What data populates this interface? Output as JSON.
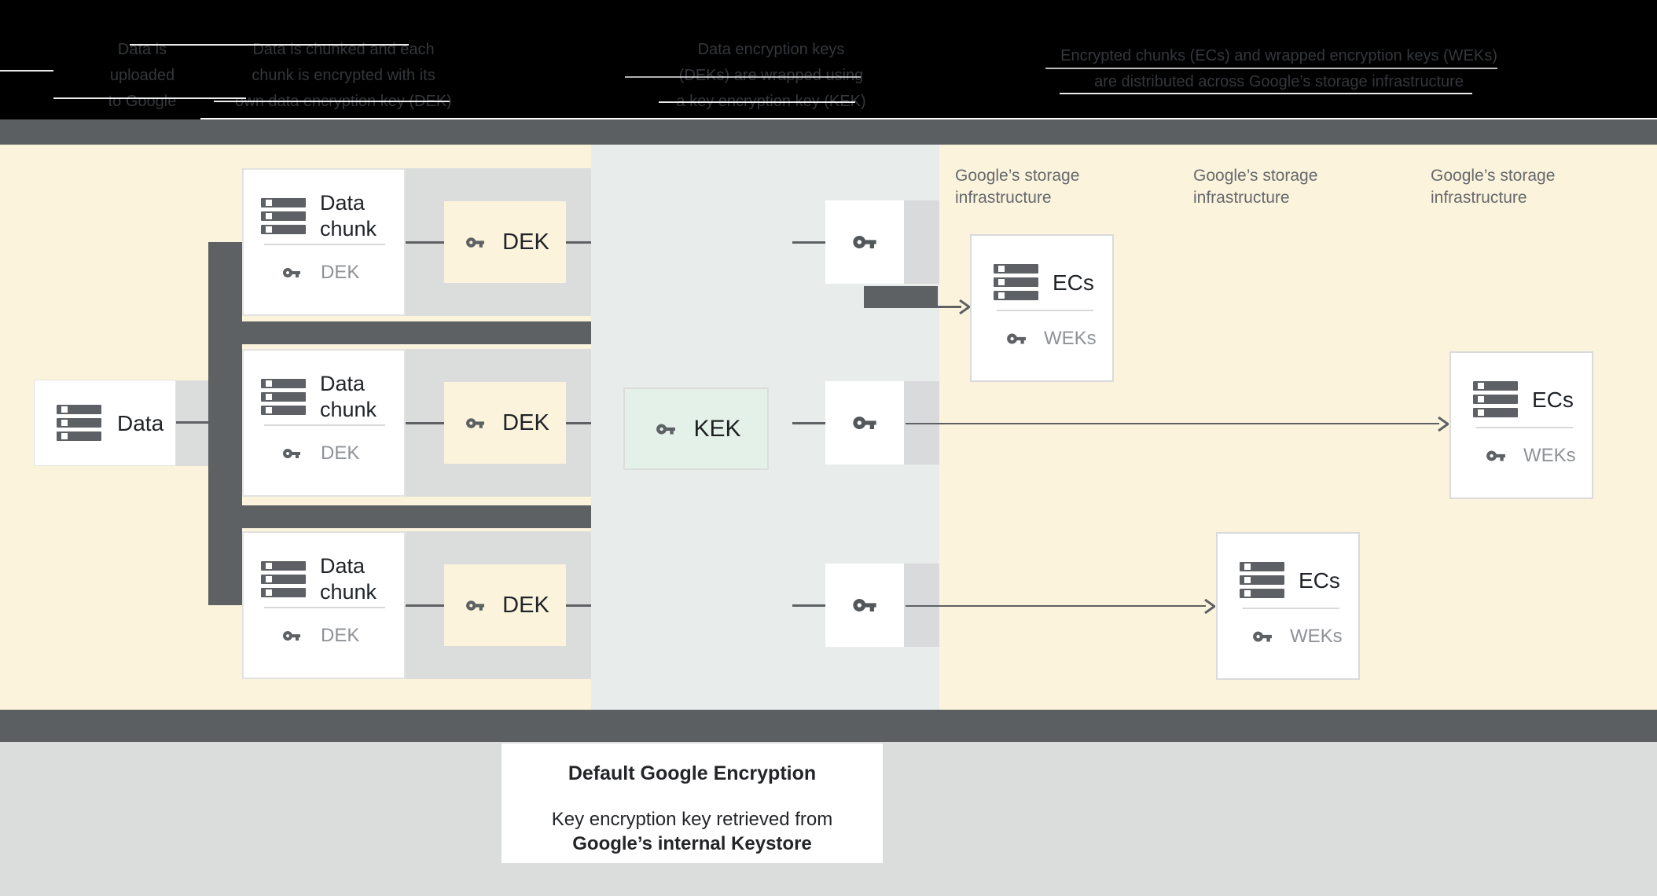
{
  "title_band": {
    "captions": [
      {
        "lines": [
          "Data is",
          "uploaded",
          "to Google"
        ]
      },
      {
        "lines": [
          "Data is chunked and each",
          "chunk is encrypted with its",
          "own data encryption key (DEK)"
        ]
      },
      {
        "lines": [
          "Data encryption keys",
          "(DEKs) are wrapped using",
          "a key encryption key (KEK)"
        ]
      },
      {
        "lines": [
          "Encrypted chunks (ECs) and wrapped encryption keys (WEKs)",
          "are distributed across Google’s storage infrastructure"
        ]
      }
    ]
  },
  "diagram": {
    "data_label": "Data",
    "chunk": {
      "line1": "Data",
      "line2": "chunk",
      "key_label": "DEK"
    },
    "dek_label": "DEK",
    "kek_label": "KEK",
    "storage_header": {
      "line1": "Google’s storage",
      "line2": "infrastructure"
    },
    "ec": {
      "label": "ECs",
      "key_label": "WEKs"
    }
  },
  "footer": {
    "title": "Default Google Encryption",
    "subtitle_line1": "Key encryption key retrieved from",
    "subtitle_line2": "Google’s internal Keystore"
  },
  "colors": {
    "header_bg": "#000000",
    "header_text": "#34373B",
    "separator_bar": "#5C5F62",
    "cream_panel": "#FBF3DC",
    "middle_panel": "#E8ECEB",
    "dark_gray": "#5E6164",
    "light_gray_band": "#DBDCDC",
    "kek_green": "#E4F1E9",
    "footer_bg": "#DBDCDC"
  }
}
